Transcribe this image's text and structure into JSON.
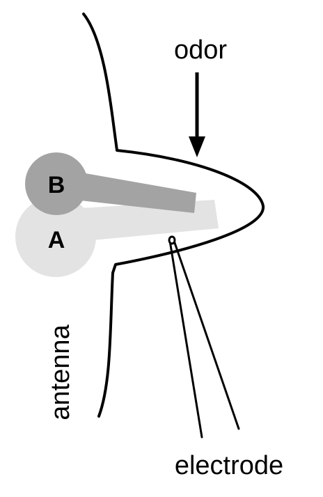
{
  "labels": {
    "odor": "odor",
    "electrode": "electrode",
    "antenna": "antenna"
  },
  "neurons": {
    "a": {
      "label": "A",
      "color": "#e3e3e3"
    },
    "b": {
      "label": "B",
      "color": "#a3a3a3"
    }
  },
  "colors": {
    "outline": "#000000",
    "background": "#ffffff"
  }
}
